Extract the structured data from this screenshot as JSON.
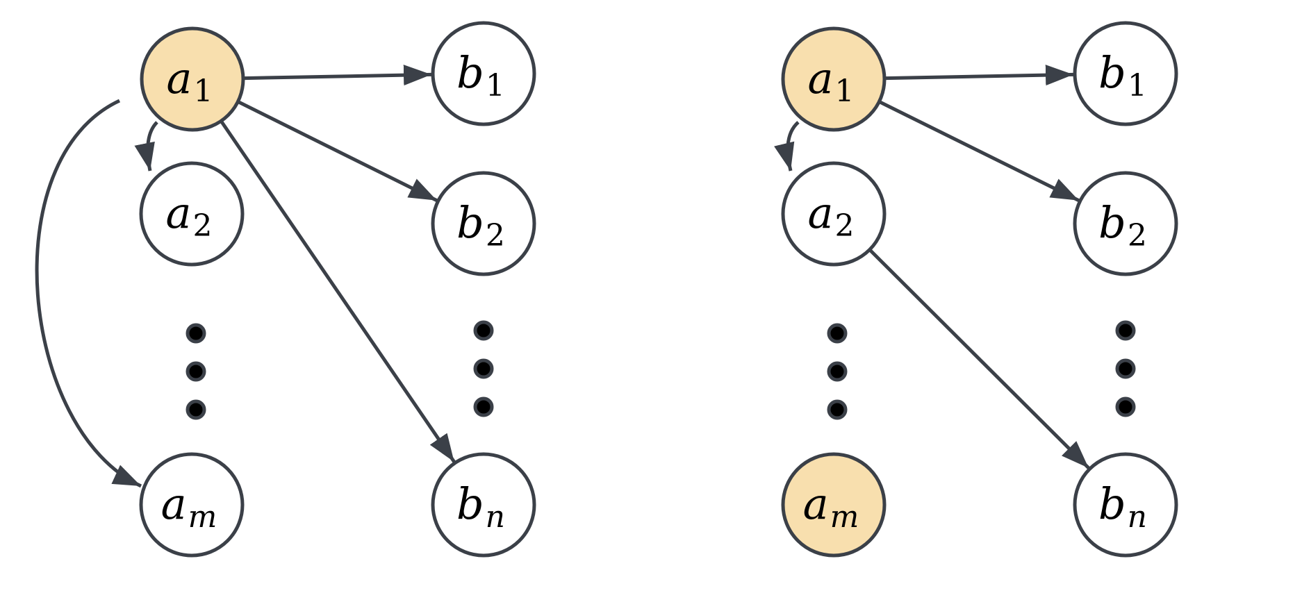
{
  "colors": {
    "stroke": "#3b4048",
    "highlight_fill": "#f8dfae",
    "node_fill": "#ffffff",
    "text": "#000000"
  },
  "panels": [
    {
      "id": "left",
      "highlighted_nodes": [
        "a1"
      ],
      "nodes": [
        {
          "id": "a1",
          "base": "a",
          "sub": "1"
        },
        {
          "id": "a2",
          "base": "a",
          "sub": "2"
        },
        {
          "id": "am",
          "base": "a",
          "sub": "m"
        },
        {
          "id": "b1",
          "base": "b",
          "sub": "1"
        },
        {
          "id": "b2",
          "base": "b",
          "sub": "2"
        },
        {
          "id": "bn",
          "base": "b",
          "sub": "n"
        }
      ],
      "edges": [
        {
          "from": "a1",
          "to": "b1"
        },
        {
          "from": "a1",
          "to": "b2"
        },
        {
          "from": "a1",
          "to": "bn"
        },
        {
          "from": "a1",
          "to": "a2"
        },
        {
          "from": "a1",
          "to": "am"
        }
      ]
    },
    {
      "id": "right",
      "highlighted_nodes": [
        "a1",
        "am"
      ],
      "nodes": [
        {
          "id": "a1",
          "base": "a",
          "sub": "1"
        },
        {
          "id": "a2",
          "base": "a",
          "sub": "2"
        },
        {
          "id": "am",
          "base": "a",
          "sub": "m"
        },
        {
          "id": "b1",
          "base": "b",
          "sub": "1"
        },
        {
          "id": "b2",
          "base": "b",
          "sub": "2"
        },
        {
          "id": "bn",
          "base": "b",
          "sub": "n"
        }
      ],
      "edges": [
        {
          "from": "a1",
          "to": "b1"
        },
        {
          "from": "a1",
          "to": "b2"
        },
        {
          "from": "a1",
          "to": "a2"
        },
        {
          "from": "a2",
          "to": "bn"
        }
      ]
    }
  ]
}
